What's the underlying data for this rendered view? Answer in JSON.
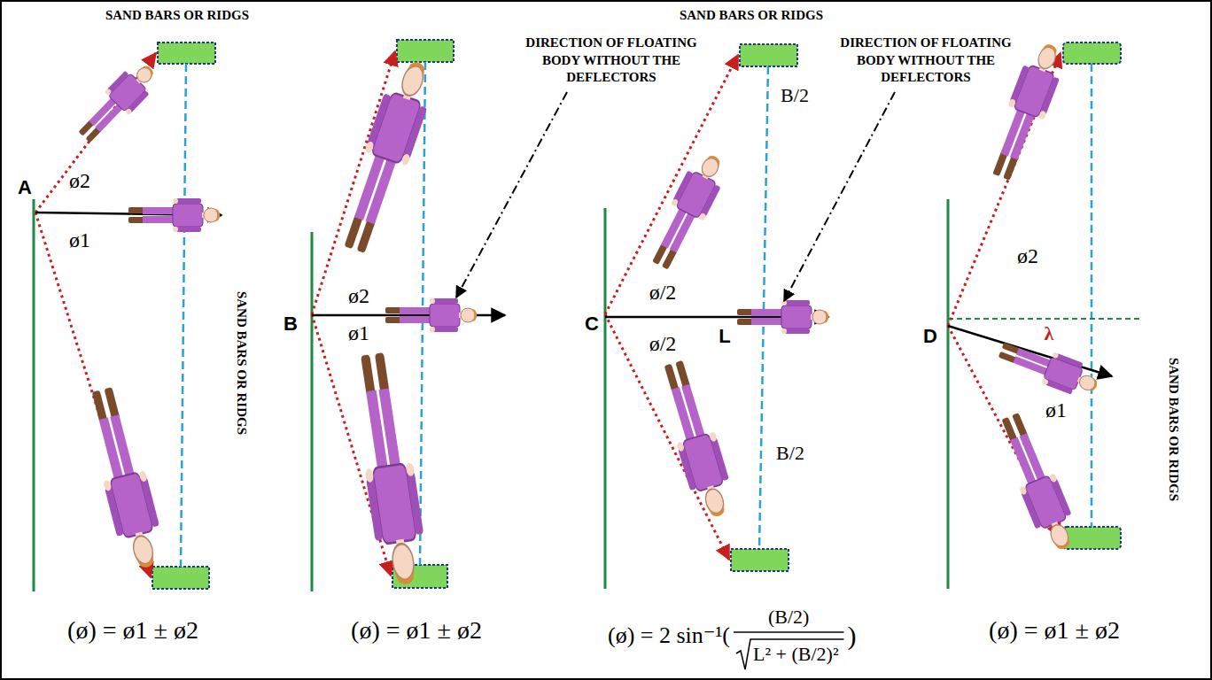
{
  "diagram": {
    "labels": [
      "SAND BARS OR RIDGS",
      "SAND BARS OR RIDGS",
      "DIRECTION OF FLOATING BODY WITHOUT THE DEFLECTORS",
      "DIRECTION OF FLOATING BODY WITHOUT THE DEFLECTORS",
      "A",
      "ø2",
      "ø1",
      "SAND BARS OR RIDGS",
      "B",
      "ø2",
      "ø1",
      "C",
      "ø/2",
      "ø/2",
      "L",
      "B/2",
      "B/2",
      "D",
      "ø2",
      "λ",
      "ø1",
      "SAND BARS OR RIDGS",
      "(ø) = ø1 ± ø2",
      "(ø) = ø1 ± ø2",
      "(ø) = 2 sin⁻¹(",
      "(B/2)",
      "L² + (B/2)²",
      ")",
      "(ø) = ø1 ± ø2"
    ]
  }
}
